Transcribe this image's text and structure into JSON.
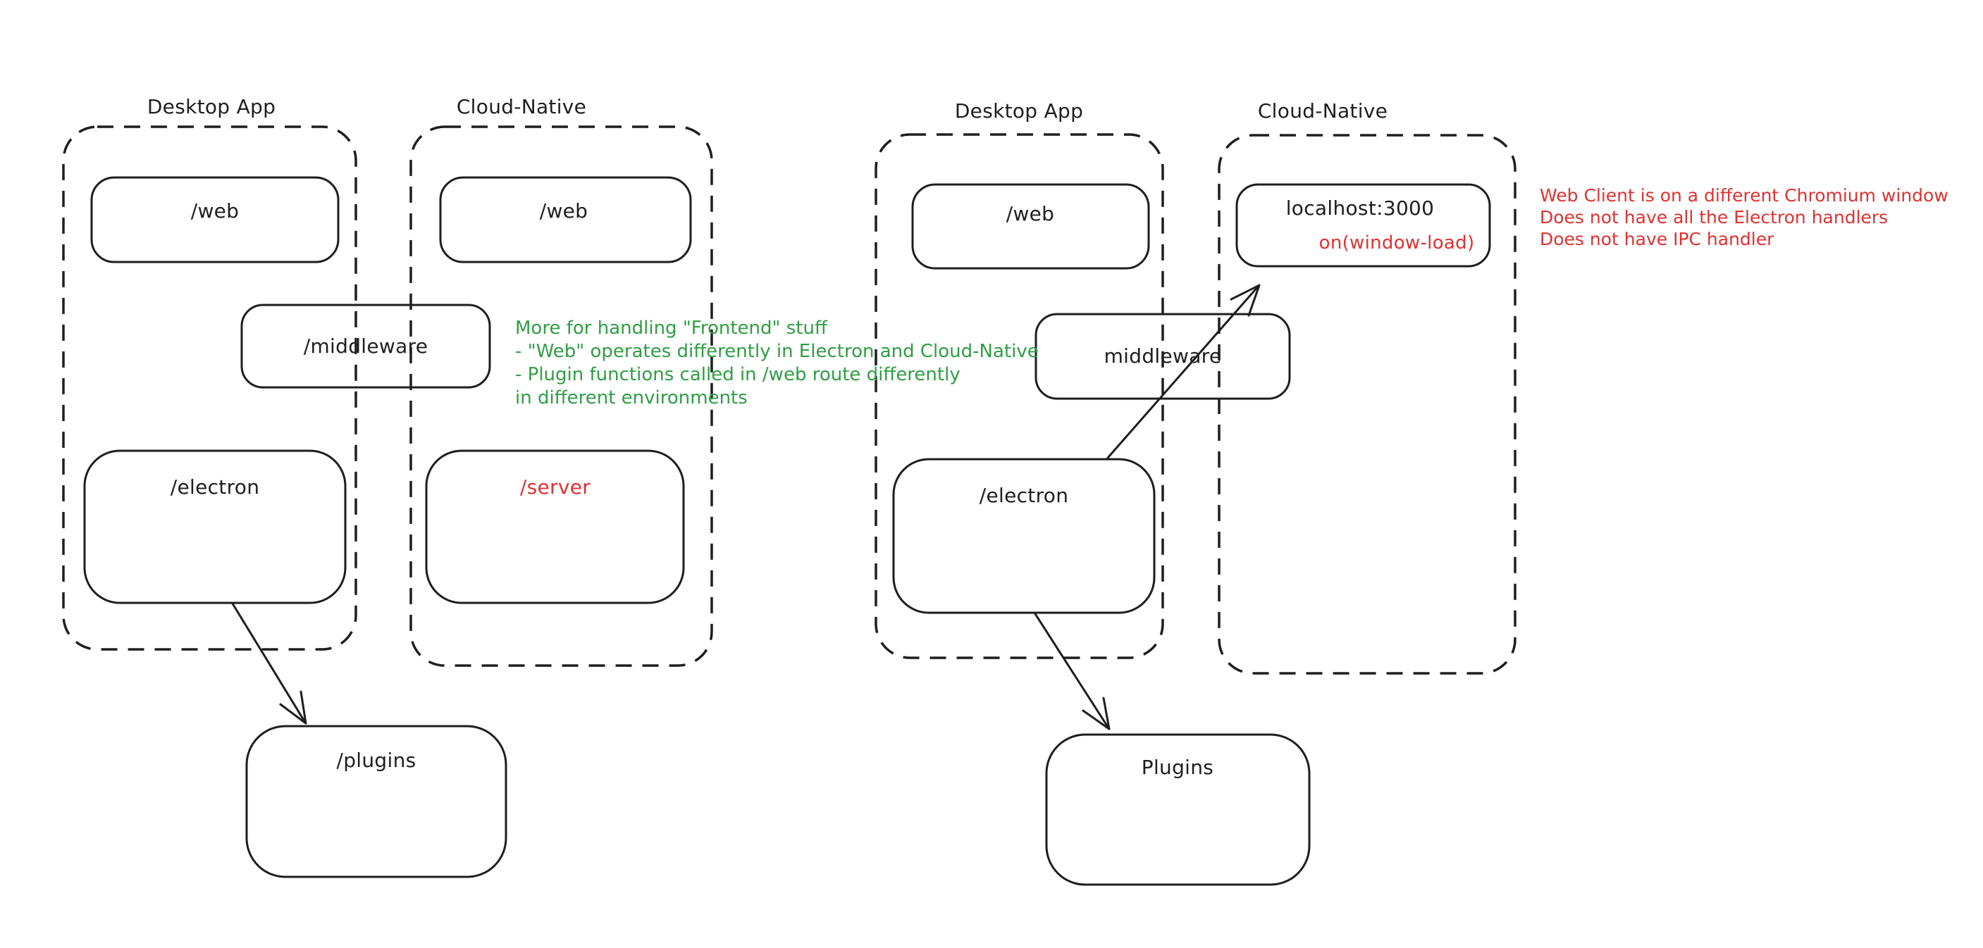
{
  "palette": {
    "ink": "#1e1e1e",
    "green": "#2f9e44",
    "red": "#e03131",
    "canvas": "#ffffff"
  },
  "diagram_left": {
    "desktop_container_label": "Desktop App",
    "cloud_container_label": "Cloud-Native",
    "boxes": {
      "web_desktop": "/web",
      "web_cloud": "/web",
      "middleware": "/middleware",
      "electron": "/electron",
      "server": "/server",
      "plugins": "/plugins"
    }
  },
  "diagram_right": {
    "desktop_container_label": "Desktop App",
    "cloud_container_label": "Cloud-Native",
    "boxes": {
      "web_desktop": "/web",
      "localhost": "localhost:3000",
      "window_load": "on(window-load)",
      "middleware": "middleware",
      "electron": "/electron",
      "plugins": "Plugins"
    }
  },
  "annotations": {
    "green_note": {
      "color": "#2f9e44",
      "lines": [
        "More for handling \"Frontend\" stuff",
        "- \"Web\" operates differently in Electron and Cloud-Native",
        "- Plugin functions called in /web route differently",
        "in different environments"
      ]
    },
    "red_note": {
      "color": "#e03131",
      "lines": [
        "Web Client is on a different Chromium window",
        "Does not have all the Electron handlers",
        "Does not have IPC handler"
      ]
    }
  }
}
